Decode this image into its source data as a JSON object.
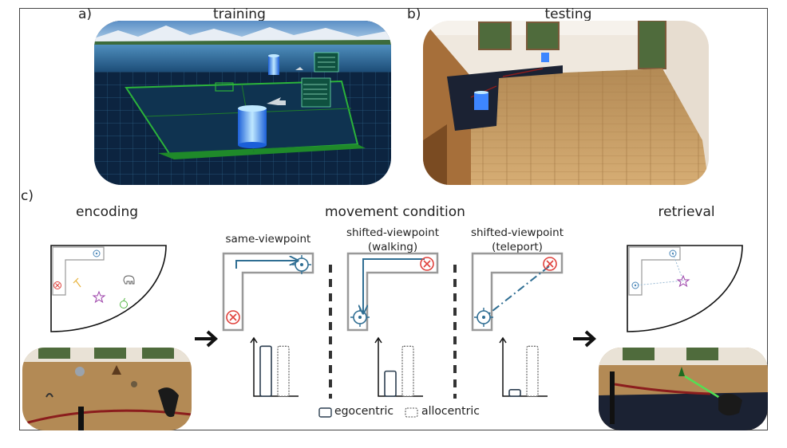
{
  "panels": {
    "a": {
      "letter": "a)",
      "title": "training"
    },
    "b": {
      "letter": "b)",
      "title": "testing"
    },
    "c": {
      "letter": "c)"
    }
  },
  "encoding": {
    "title": "encoding"
  },
  "movement": {
    "title": "movement condition",
    "conditions": [
      {
        "line1": "same-viewpoint",
        "line2": ""
      },
      {
        "line1": "shifted-viewpoint",
        "line2": "(walking)"
      },
      {
        "line1": "shifted-viewpoint",
        "line2": "(teleport)"
      }
    ]
  },
  "retrieval": {
    "title": "retrieval"
  },
  "legend": {
    "egocentric": "egocentric",
    "allocentric": "allocentric"
  },
  "chart_data": [
    {
      "type": "bar",
      "categories": [
        "egocentric",
        "allocentric"
      ],
      "values": [
        1.0,
        1.0
      ],
      "ylim": [
        0,
        1.1
      ]
    },
    {
      "type": "bar",
      "categories": [
        "egocentric",
        "allocentric"
      ],
      "values": [
        0.5,
        1.0
      ],
      "ylim": [
        0,
        1.1
      ]
    },
    {
      "type": "bar",
      "categories": [
        "egocentric",
        "allocentric"
      ],
      "values": [
        0.13,
        1.0
      ],
      "ylim": [
        0,
        1.1
      ]
    }
  ],
  "colors": {
    "path": "#2f6e93",
    "target": "#e0413c",
    "frame": "#999999",
    "dark": "#222222"
  }
}
